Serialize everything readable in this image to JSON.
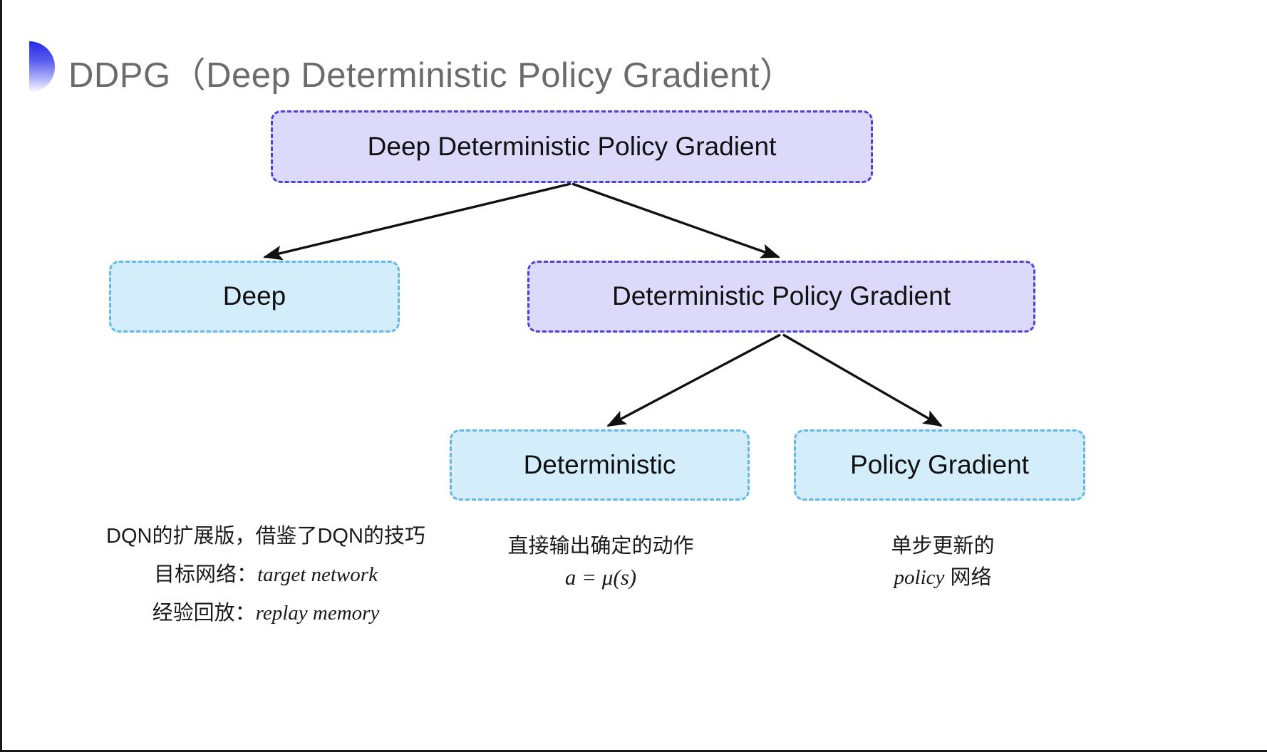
{
  "slide": {
    "title": "DDPG（Deep Deterministic Policy Gradient）",
    "decor_icon": "half-circle-gradient-icon",
    "background_color": "#ffffff",
    "title_color": "#6b6b6b",
    "accent_color": "#2a2ae8"
  },
  "palette": {
    "purple_fill": "#dcd9fa",
    "purple_border": "#4a42d6",
    "cyan_fill": "#d3edfa",
    "cyan_border": "#63b7e8",
    "arrow_color": "#111111"
  },
  "diagram": {
    "type": "tree",
    "nodes": [
      {
        "id": "root",
        "label": "Deep Deterministic Policy Gradient",
        "style": "purple",
        "level": 0
      },
      {
        "id": "deep",
        "label": "Deep",
        "style": "cyan",
        "level": 1
      },
      {
        "id": "dpg",
        "label": "Deterministic Policy Gradient",
        "style": "purple",
        "level": 1
      },
      {
        "id": "deterministic",
        "label": "Deterministic",
        "style": "cyan",
        "level": 2
      },
      {
        "id": "policy_gradient",
        "label": "Policy Gradient",
        "style": "cyan",
        "level": 2
      }
    ],
    "edges": [
      {
        "from": "root",
        "to": "deep",
        "arrow": "end"
      },
      {
        "from": "root",
        "to": "dpg",
        "arrow": "end"
      },
      {
        "from": "dpg",
        "to": "deterministic",
        "arrow": "end"
      },
      {
        "from": "dpg",
        "to": "policy_gradient",
        "arrow": "end"
      }
    ]
  },
  "captions": {
    "deep": {
      "line1": "DQN的扩展版，借鉴了DQN的技巧",
      "line2_prefix": "目标网络：",
      "line2_term": "target network",
      "line3_prefix": "经验回放：",
      "line3_term": "replay memory"
    },
    "deterministic": {
      "line1": "直接输出确定的动作",
      "formula": "a = μ(s)"
    },
    "policy_gradient": {
      "line1": "单步更新的",
      "line2_term": "policy",
      "line2_suffix": " 网络"
    }
  }
}
